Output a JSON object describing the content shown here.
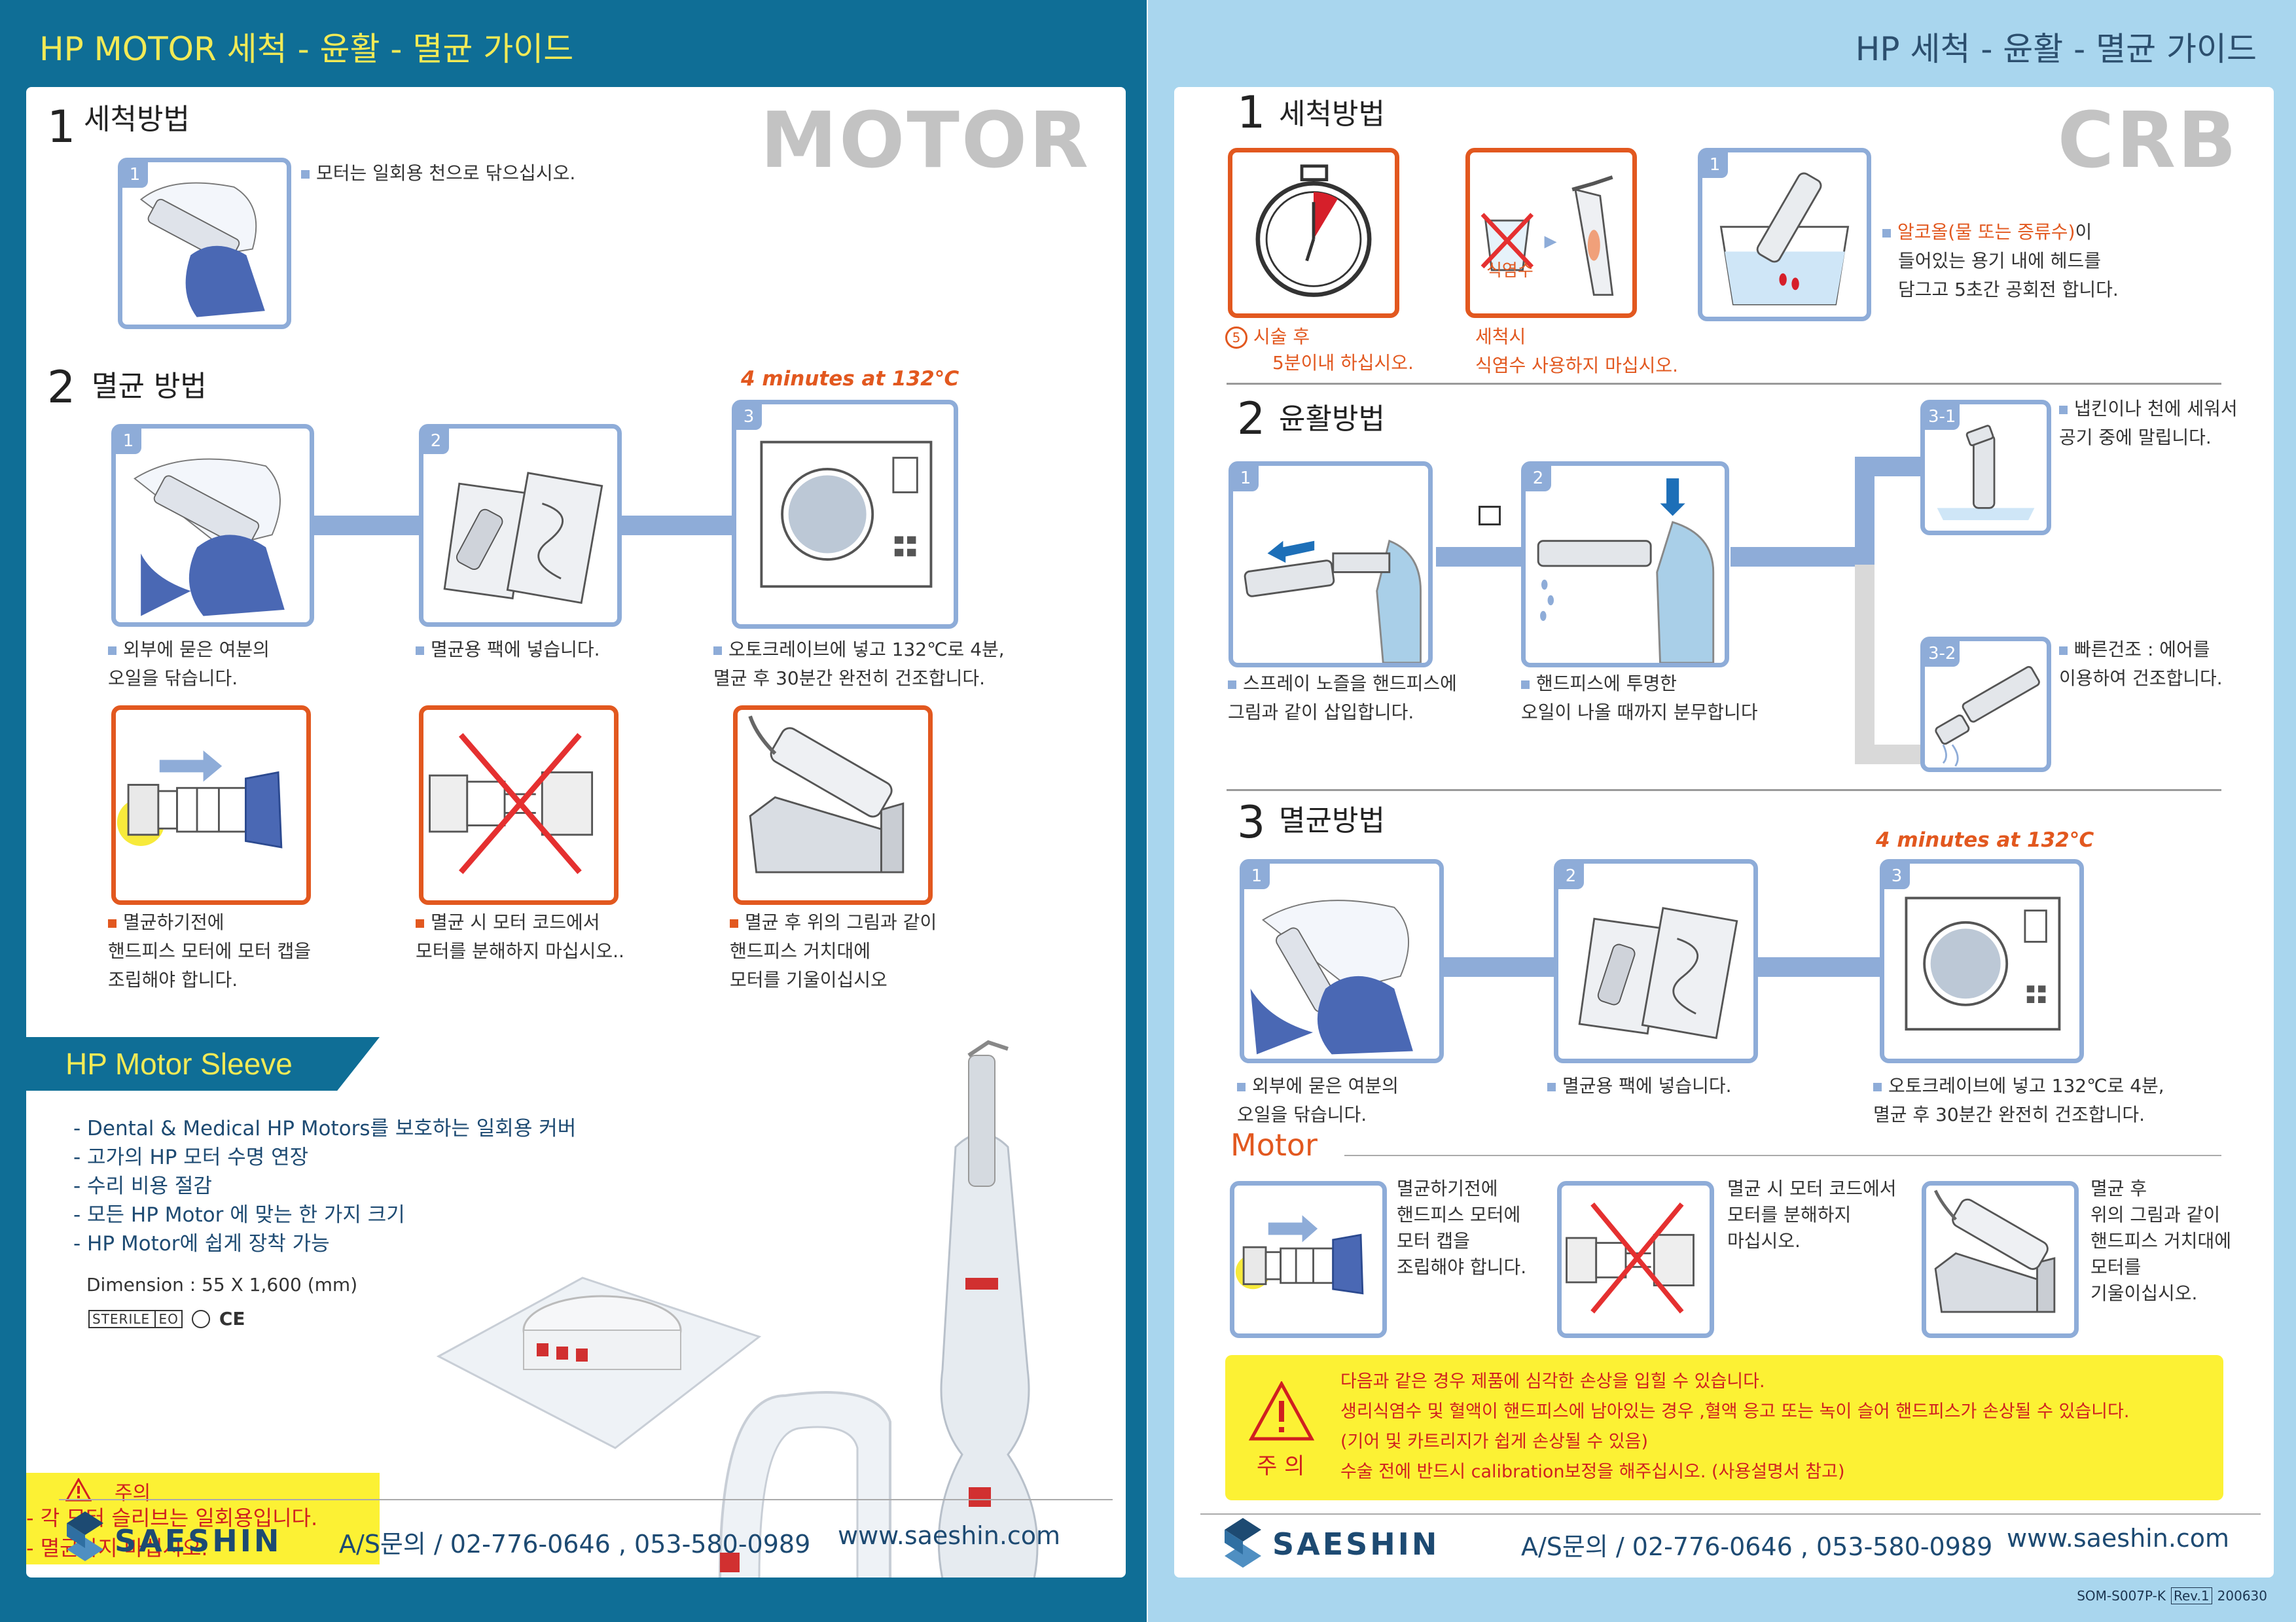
{
  "left": {
    "title": "HP MOTOR 세척 - 윤활 - 멸균 가이드",
    "big": "MOTOR",
    "s1": {
      "num": "1",
      "title": "세척방법",
      "badge": "1",
      "cap": "모터는 일회용 천으로 닦으십시오."
    },
    "s2": {
      "num": "2",
      "title": "멸균 방법",
      "temp": "4 minutes at 132℃",
      "b1": "1",
      "b2": "2",
      "b3": "3",
      "c1": "외부에 묻은 여분의\n오일을 닦습니다.",
      "c2": "멸균용 팩에 넣습니다.",
      "c3": "오토크레이브에 넣고 132℃로 4분,\n멸균 후 30분간 완전히 건조합니다.",
      "c4": "멸균하기전에\n핸드피스 모터에 모터 캡을\n조립해야 합니다.",
      "c5": "멸균 시 모터 코드에서\n모터를 분해하지 마십시오..",
      "c6": "멸균 후 위의 그림과 같이\n핸드피스 거치대에\n모터를 기울이십시오"
    },
    "sleeve": {
      "title": "HP Motor Sleeve",
      "items": "- Dental & Medical HP Motors를 보호하는 일회용 커버\n- 고가의 HP 모터 수명 연장\n- 수리 비용 절감\n- 모든 HP Motor 에 맞는 한 가지 크기\n- HP Motor에 쉽게 장착 가능",
      "dim": "Dimension : 55 X 1,600 (mm)",
      "sterile": "STERILE",
      "eo": "EO",
      "ce": "CE"
    },
    "caution": {
      "title": "주의",
      "text": "- 각 모터 슬리브는 일회용입니다.\n- 멸균하지 마십시오."
    },
    "footer": {
      "brand": "SAESHIN",
      "as": "A/S문의  / 02-776-0646 , 053-580-0989",
      "web": "www.saeshin.com"
    }
  },
  "right": {
    "title": "HP 세척 - 윤활 - 멸균 가이드",
    "big": "CRB",
    "s1": {
      "num": "1",
      "title": "세척방법",
      "five": "5",
      "c1a": "시술 후",
      "c1b": "5분이내 하십시오.",
      "saline": "식염수",
      "c2": "세척시\n식염수 사용하지 마십시오.",
      "badge": "1",
      "c3a": "알코올(물 또는 증류수)",
      "c3b": "이",
      "c3c": "들어있는 용기 내에 헤드를\n담그고 5초간 공회전 합니다."
    },
    "s2": {
      "num": "2",
      "title": "윤활방법",
      "b1": "1",
      "b2": "2",
      "b31": "3-1",
      "b32": "3-2",
      "c1": "스프레이 노즐을 핸드피스에\n그림과 같이 삽입합니다.",
      "c2": "핸드피스에 투명한\n오일이 나올 때까지 분무합니다",
      "c31": "냅킨이나 천에 세워서\n공기 중에 말립니다.",
      "c32": "빠른건조 : 에어를\n이용하여 건조합니다."
    },
    "s3": {
      "num": "3",
      "title": "멸균방법",
      "temp": "4 minutes at 132℃",
      "b1": "1",
      "b2": "2",
      "b3": "3",
      "c1": "외부에 묻은 여분의\n오일을 닦습니다.",
      "c2": "멸균용 팩에 넣습니다.",
      "c3": "오토크레이브에 넣고 132℃로 4분,\n멸균 후 30분간 완전히 건조합니다."
    },
    "motor": {
      "title": "Motor",
      "c1": "멸균하기전에\n핸드피스 모터에\n모터 캡을\n조립해야 합니다.",
      "c2": "멸균 시 모터 코드에서\n모터를 분해하지\n마십시오.",
      "c3": "멸균 후\n위의 그림과 같이\n핸드피스 거치대에\n모터를\n기울이십시오."
    },
    "warn": {
      "label": "주 의",
      "l1": "다음과 같은 경우 제품에 심각한 손상을 입힐 수 있습니다.",
      "l2": "생리식염수 및 혈액이 핸드피스에 남아있는 경우 ,혈액 응고 또는 녹이 슬어 핸드피스가 손상될 수 있습니다.",
      "l3": "(기어 및 카트리지가 쉽게 손상될 수 있음)",
      "l4": "수술 전에 반드시 calibration보정을 해주십시오. (사용설명서 참고)"
    },
    "footer": {
      "brand": "SAESHIN",
      "as": "A/S문의  / 02-776-0646 , 053-580-0989",
      "web": "www.saeshin.com"
    },
    "code": {
      "a": "SOM-S007P-K",
      "rev": "Rev.1",
      "date": "200630"
    }
  },
  "colors": {
    "navy": "#0f6e96",
    "lightblue": "#a9d6ee",
    "frame": "#8eacd8",
    "orange": "#e2581f",
    "yellow": "#fcf134",
    "glove": "#4a68b4"
  }
}
